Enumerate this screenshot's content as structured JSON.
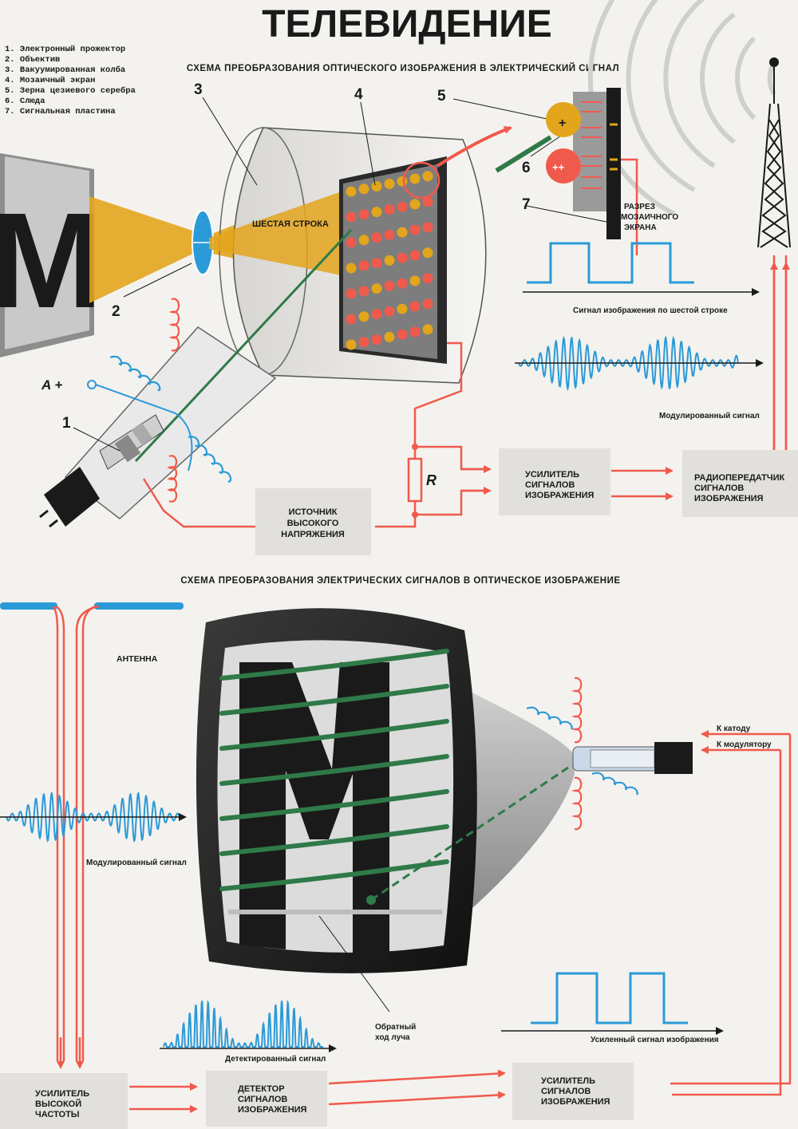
{
  "title": "ТЕЛЕВИДЕНИЕ",
  "top_section": {
    "heading": "СХЕМА ПРЕОБРАЗОВАНИЯ ОПТИЧЕСКОГО ИЗОБРАЖЕНИЯ В ЭЛЕКТРИЧЕСКИЙ СИГНАЛ",
    "legend": [
      "1. Электронный прожектор",
      "2. Объектив",
      "3. Вакуумированная колба",
      "4. Мозаичный экран",
      "5. Зерна цезиевого серебра",
      "6. Слюда",
      "7. Сигнальная пластина"
    ],
    "callouts": [
      "1",
      "2",
      "3",
      "4",
      "5",
      "6",
      "7"
    ],
    "object_letter": "M",
    "sixth_row_label": "ШЕСТАЯ СТРОКА",
    "anode_label": "A +",
    "resistor_label": "R",
    "cross_section_label": [
      "РАЗРЕЗ",
      "МОЗАИЧНОГО",
      "ЭКРАНА"
    ],
    "charge_plus": "+",
    "charge_plus_plus": "++",
    "signal_label": "Сигнал изображения по шестой строке",
    "modulated_label": "Модулированный сигнал",
    "boxes": {
      "hv_source": [
        "ИСТОЧНИК",
        "ВЫСОКОГО",
        "НАПРЯЖЕНИЯ"
      ],
      "amplifier": [
        "УСИЛИТЕЛЬ",
        "СИГНАЛОВ",
        "ИЗОБРАЖЕНИЯ"
      ],
      "transmitter": [
        "РАДИОПЕРЕДАТЧИК",
        "СИГНАЛОВ",
        "ИЗОБРАЖЕНИЯ"
      ]
    }
  },
  "bottom_section": {
    "heading": "СХЕМА ПРЕОБРАЗОВАНИЯ ЭЛЕКТРИЧЕСКИХ СИГНАЛОВ В ОПТИЧЕСКОЕ ИЗОБРАЖЕНИЕ",
    "antenna_label": "АНТЕННА",
    "modulated_label": "Модулированный сигнал",
    "detected_label": "Детектированный сигнал",
    "return_beam_label": [
      "Обратный",
      "ход луча"
    ],
    "amplified_label": "Усиленный сигнал изображения",
    "cathode_label": "К катоду",
    "modulator_label": "К модулятору",
    "screen_letter": "M",
    "boxes": {
      "hf_amplifier": [
        "УСИЛИТЕЛЬ",
        "ВЫСОКОЙ",
        "ЧАСТОТЫ"
      ],
      "detector": [
        "ДЕТЕКТОР",
        "СИГНАЛОВ",
        "ИЗОБРАЖЕНИЯ"
      ],
      "amplifier": [
        "УСИЛИТЕЛЬ",
        "СИГНАЛОВ",
        "ИЗОБРАЖЕНИЯ"
      ]
    }
  },
  "colors": {
    "red": "#f05a4c",
    "blue": "#2a9ad8",
    "green": "#2f7a48",
    "gold": "#e3a51c",
    "dark": "#222222",
    "box": "#e2e0dc"
  }
}
